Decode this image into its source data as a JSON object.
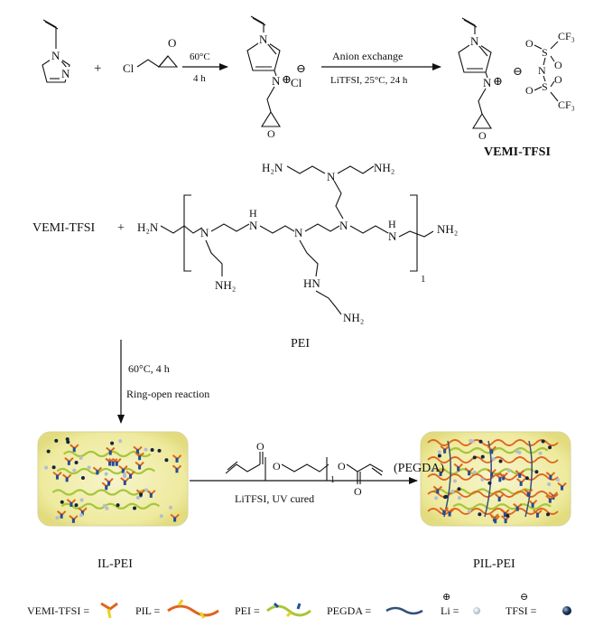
{
  "step1": {
    "cond_top": "60°C",
    "cond_bottom": "4 h",
    "plus": "+",
    "atom_cl": "Cl",
    "atom_o": "O",
    "atom_n": "N",
    "anion_cl": "Cl",
    "charge_neg": "⊖",
    "charge_pos": "⊕"
  },
  "step2": {
    "cond_top": "Anion exchange",
    "cond_bottom": "LiTFSI, 25°C, 24 h",
    "product_name": "VEMI-TFSI",
    "atom_s": "S",
    "atom_cf3": "CF₃",
    "atom_o": "O",
    "atom_n": "N"
  },
  "step3": {
    "reactant": "VEMI-TFSI",
    "plus": "+",
    "nh2": "NH₂",
    "h2n": "H₂N",
    "n": "N",
    "h": "H",
    "hn": "HN",
    "subscript": "1",
    "polymer_name": "PEI"
  },
  "step4": {
    "cond_top": "60°C, 4 h",
    "cond_bottom": "Ring-open reaction"
  },
  "step5": {
    "monomer_label": "(PEGDA)",
    "o": "O",
    "subscript": "1",
    "cond_bottom": "LiTFSI, UV cured",
    "box1_label": "IL-PEI",
    "box2_label": "PIL-PEI"
  },
  "legend": {
    "vemi": "VEMI-TFSI =",
    "pil": "PIL =",
    "pei": "PEI =",
    "pegda": "PEGDA =",
    "li": "Li =",
    "tfsi": "TFSI ="
  },
  "colors": {
    "orange": "#e0641e",
    "yellow": "#e8d21c",
    "green": "#a6c63a",
    "blue": "#1f4e9c",
    "navy": "#34507a",
    "box_fill": "#f1eeb4",
    "li": "#b3bdd0"
  }
}
